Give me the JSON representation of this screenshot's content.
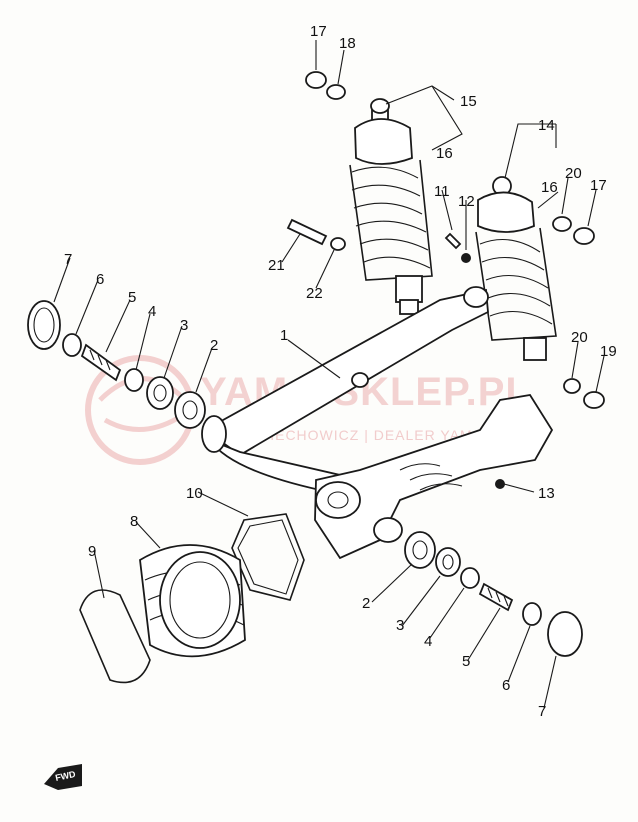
{
  "watermark": {
    "brand": "YAMA-SKLEP.PL",
    "subtitle": "WOJCIECHOWICZ | DEALER YAMAHA"
  },
  "direction_marker": "FWD",
  "part_labels": [
    {
      "id": "p17a",
      "text": "17"
    },
    {
      "id": "p18",
      "text": "18"
    },
    {
      "id": "p15a",
      "text": "15"
    },
    {
      "id": "p16a",
      "text": "16"
    },
    {
      "id": "p14",
      "text": "14"
    },
    {
      "id": "p20a",
      "text": "20"
    },
    {
      "id": "p17b",
      "text": "17"
    },
    {
      "id": "p16b",
      "text": "16"
    },
    {
      "id": "p11",
      "text": "11"
    },
    {
      "id": "p12",
      "text": "12"
    },
    {
      "id": "p21",
      "text": "21"
    },
    {
      "id": "p22",
      "text": "22"
    },
    {
      "id": "p1",
      "text": "1"
    },
    {
      "id": "p20b",
      "text": "20"
    },
    {
      "id": "p19",
      "text": "19"
    },
    {
      "id": "p7a",
      "text": "7"
    },
    {
      "id": "p6a",
      "text": "6"
    },
    {
      "id": "p5a",
      "text": "5"
    },
    {
      "id": "p4a",
      "text": "4"
    },
    {
      "id": "p3a",
      "text": "3"
    },
    {
      "id": "p2a",
      "text": "2"
    },
    {
      "id": "p13",
      "text": "13"
    },
    {
      "id": "p10",
      "text": "10"
    },
    {
      "id": "p8",
      "text": "8"
    },
    {
      "id": "p9",
      "text": "9"
    },
    {
      "id": "p2b",
      "text": "2"
    },
    {
      "id": "p3b",
      "text": "3"
    },
    {
      "id": "p4b",
      "text": "4"
    },
    {
      "id": "p5b",
      "text": "5"
    },
    {
      "id": "p6b",
      "text": "6"
    },
    {
      "id": "p7b",
      "text": "7"
    }
  ]
}
